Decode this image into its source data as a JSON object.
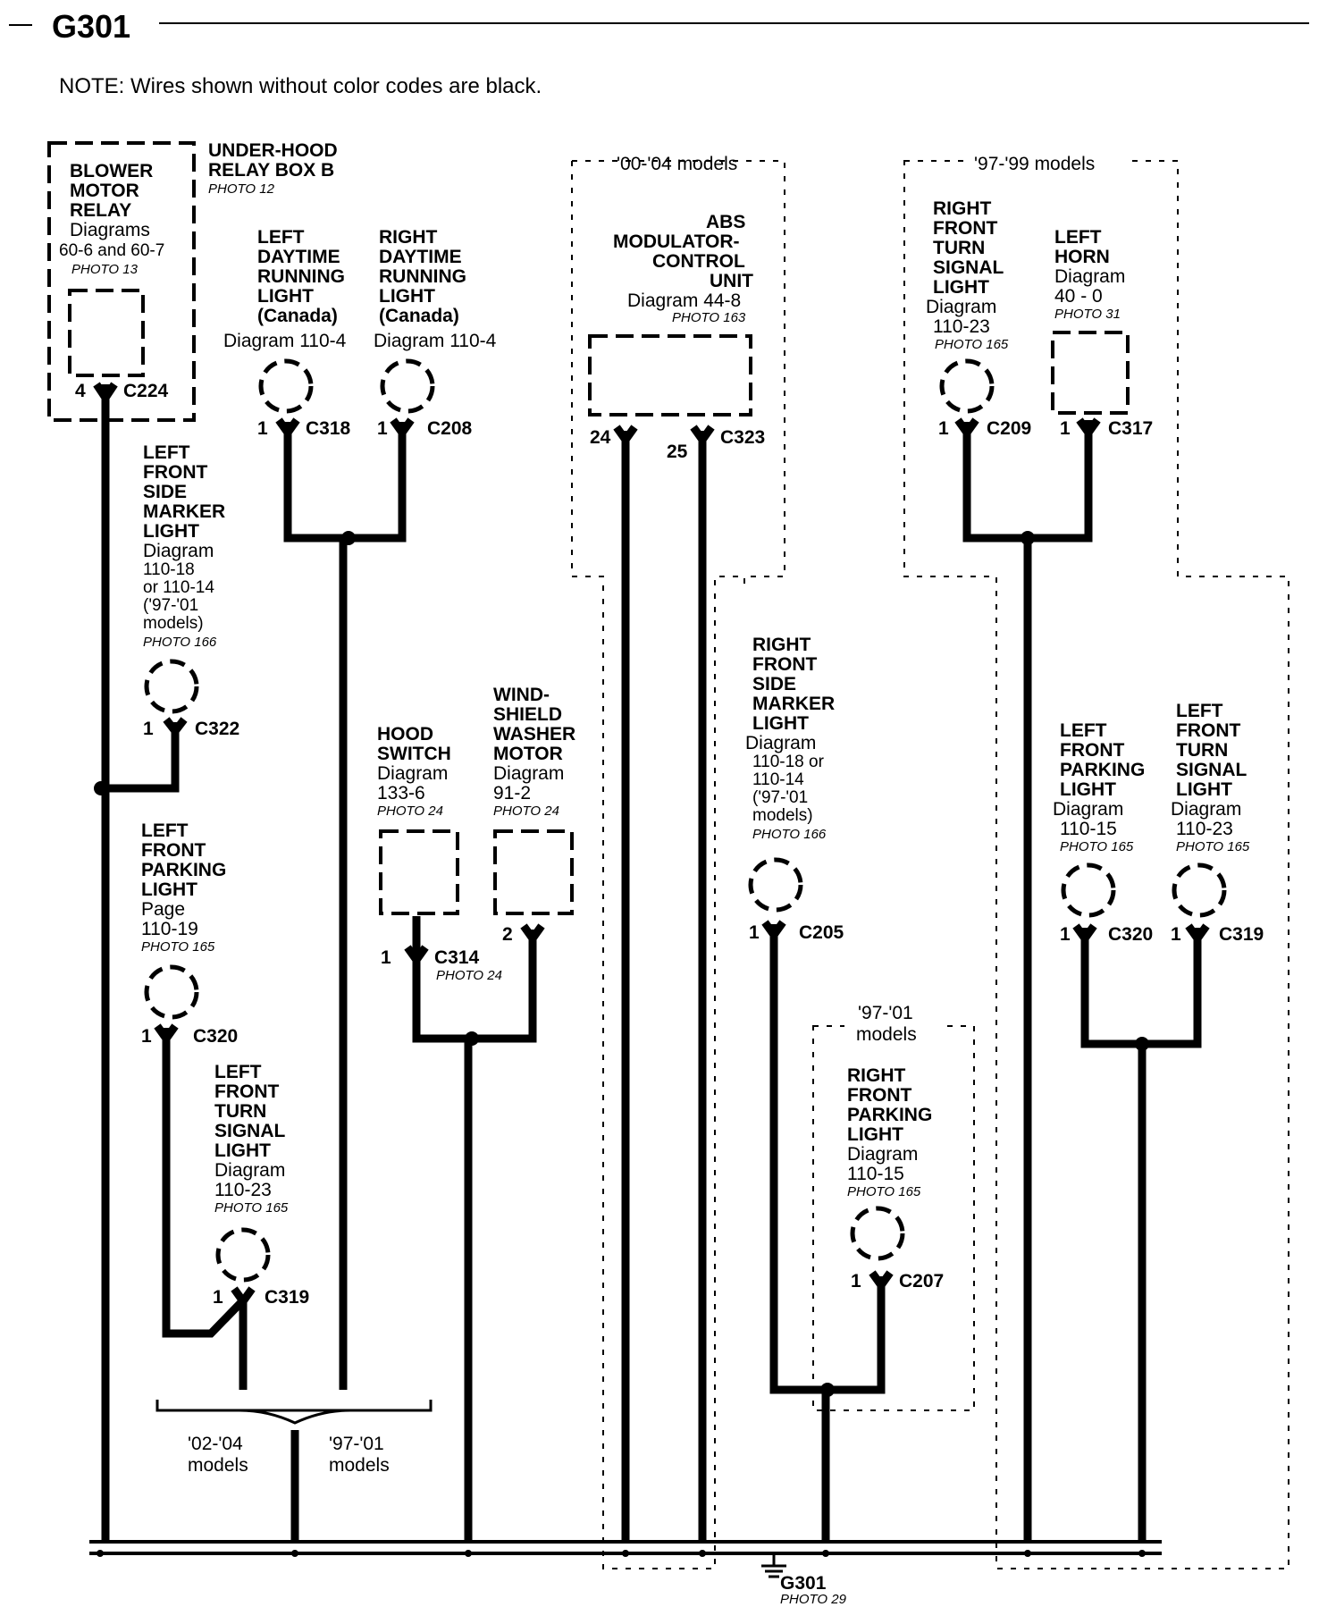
{
  "title": "G301",
  "note": "NOTE: Wires shown without color codes are black.",
  "relay_box": {
    "line1": "UNDER-HOOD",
    "line2": "RELAY BOX B",
    "photo": "PHOTO 12"
  },
  "blower_relay": {
    "line1": "BLOWER",
    "line2": "MOTOR",
    "line3": "RELAY",
    "diag1": "Diagrams",
    "diag2": "60-6 and 60-7",
    "photo": "PHOTO 13",
    "pin": "4",
    "connector": "C224"
  },
  "left_drl": {
    "l1": "LEFT",
    "l2": "DAYTIME",
    "l3": "RUNNING",
    "l4": "LIGHT",
    "l5": "(Canada)",
    "diag": "Diagram 110-4",
    "pin": "1",
    "connector": "C318"
  },
  "right_drl": {
    "l1": "RIGHT",
    "l2": "DAYTIME",
    "l3": "RUNNING",
    "l4": "LIGHT",
    "l5": "(Canada)",
    "diag": "Diagram 110-4",
    "pin": "1",
    "connector": "C208"
  },
  "abs_unit": {
    "region": "'00-'04 models",
    "l1": "ABS",
    "l2": "MODULATOR-",
    "l3": "CONTROL",
    "l4": "UNIT",
    "diag": "Diagram 44-8",
    "photo": "PHOTO 163",
    "pin_a": "24",
    "pin_b": "25",
    "connector": "C323"
  },
  "region_97_99": "'97-'99 models",
  "right_front_turn": {
    "l1": "RIGHT",
    "l2": "FRONT",
    "l3": "TURN",
    "l4": "SIGNAL",
    "l5": "LIGHT",
    "diag1": "Diagram",
    "diag2": "110-23",
    "photo": "PHOTO 165",
    "pin": "1",
    "connector": "C209"
  },
  "left_horn": {
    "l1": "LEFT",
    "l2": "HORN",
    "diag1": "Diagram",
    "diag2": "40 - 0",
    "photo": "PHOTO 31",
    "pin": "1",
    "connector": "C317"
  },
  "left_side_marker": {
    "l1": "LEFT",
    "l2": "FRONT",
    "l3": "SIDE",
    "l4": "MARKER",
    "l5": "LIGHT",
    "d1": "Diagram",
    "d2": "110-18",
    "d3": "or 110-14",
    "d4": "('97-'01",
    "d5": "models)",
    "photo": "PHOTO 166",
    "pin": "1",
    "connector": "C322"
  },
  "hood_switch": {
    "l1": "HOOD",
    "l2": "SWITCH",
    "diag1": "Diagram",
    "diag2": "133-6",
    "photo": "PHOTO 24",
    "pin": "1",
    "connector": "C314",
    "photo2": "PHOTO 24"
  },
  "washer_motor": {
    "l1": "WIND-",
    "l2": "SHIELD",
    "l3": "WASHER",
    "l4": "MOTOR",
    "diag1": "Diagram",
    "diag2": "91-2",
    "photo": "PHOTO 24",
    "pin": "2"
  },
  "right_side_marker": {
    "l1": "RIGHT",
    "l2": "FRONT",
    "l3": "SIDE",
    "l4": "MARKER",
    "l5": "LIGHT",
    "d1": "Diagram",
    "d2": "110-18 or",
    "d3": "110-14",
    "d4": "('97-'01",
    "d5": "models)",
    "photo": "PHOTO 166",
    "pin": "1",
    "connector": "C205"
  },
  "left_parking_right": {
    "l1": "LEFT",
    "l2": "FRONT",
    "l3": "PARKING",
    "l4": "LIGHT",
    "diag1": "Diagram",
    "diag2": "110-15",
    "photo": "PHOTO 165",
    "pin": "1",
    "connector": "C320"
  },
  "left_turn_right": {
    "l1": "LEFT",
    "l2": "FRONT",
    "l3": "TURN",
    "l4": "SIGNAL",
    "l5": "LIGHT",
    "diag1": "Diagram",
    "diag2": "110-23",
    "photo": "PHOTO 165",
    "pin": "1",
    "connector": "C319"
  },
  "left_parking": {
    "l1": "LEFT",
    "l2": "FRONT",
    "l3": "PARKING",
    "l4": "LIGHT",
    "page1": "Page",
    "page2": "110-19",
    "photo": "PHOTO 165",
    "pin": "1",
    "connector": "C320"
  },
  "left_turn": {
    "l1": "LEFT",
    "l2": "FRONT",
    "l3": "TURN",
    "l4": "SIGNAL",
    "l5": "LIGHT",
    "diag1": "Diagram",
    "diag2": "110-23",
    "photo": "PHOTO 165",
    "pin": "1",
    "connector": "C319"
  },
  "right_parking": {
    "region1": "'97-'01",
    "region2": "models",
    "l1": "RIGHT",
    "l2": "FRONT",
    "l3": "PARKING",
    "l4": "LIGHT",
    "diag1": "Diagram",
    "diag2": "110-15",
    "photo": "PHOTO 165",
    "pin": "1",
    "connector": "C207"
  },
  "model_split": {
    "left1": "'02-'04",
    "left2": "models",
    "right1": "'97-'01",
    "right2": "models"
  },
  "ground": {
    "name": "G301",
    "photo": "PHOTO 29"
  }
}
